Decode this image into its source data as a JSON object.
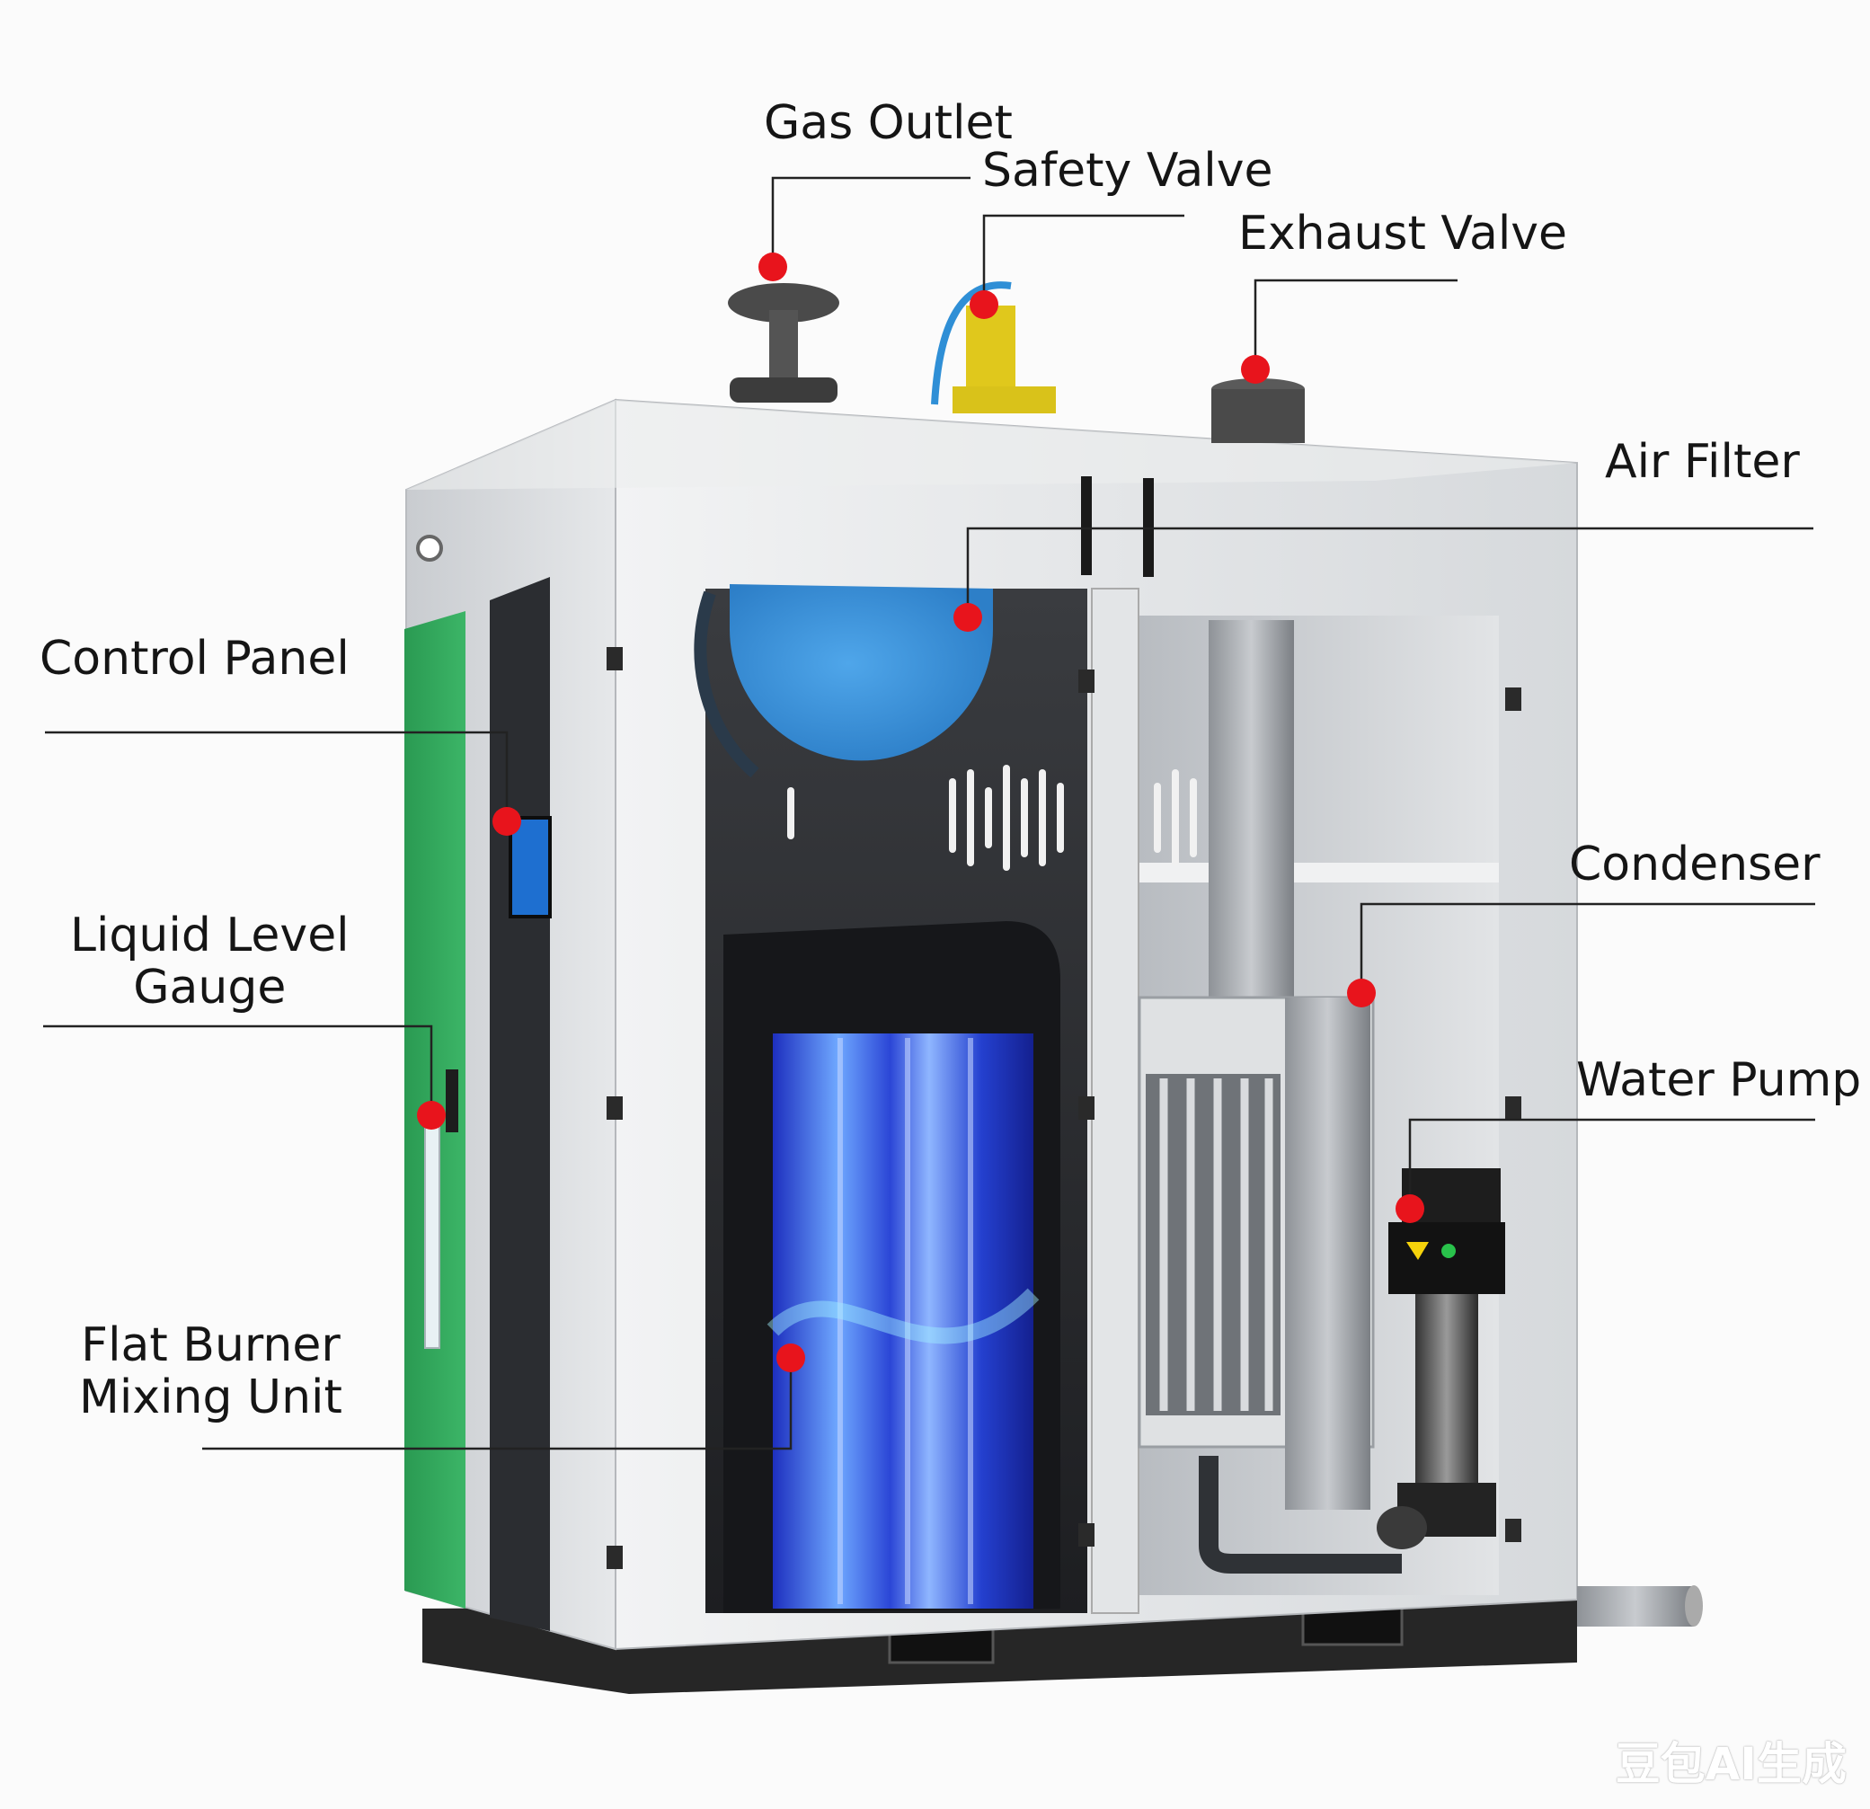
{
  "labels": {
    "gas_outlet": "Gas Outlet",
    "safety_valve": "Safety Valve",
    "exhaust_valve": "Exhaust Valve",
    "air_filter": "Air Filter",
    "control_panel": "Control Panel",
    "condenser": "Condenser",
    "liquid_level_gauge": [
      "Liquid Level",
      "Gauge"
    ],
    "water_pump": "Water Pump",
    "flat_burner_mixing_unit": [
      "Flat Burner",
      "Mixing Unit"
    ]
  },
  "watermark": "豆包AI生成",
  "colors": {
    "marker": "#e8141c",
    "leader_line": "#222222",
    "cabinet_body": "#dcdfe2",
    "side_panel": "#2ea158",
    "filter_blue": "#3a94df",
    "burner_glow": "#3f5fe0",
    "base": "#242424"
  }
}
